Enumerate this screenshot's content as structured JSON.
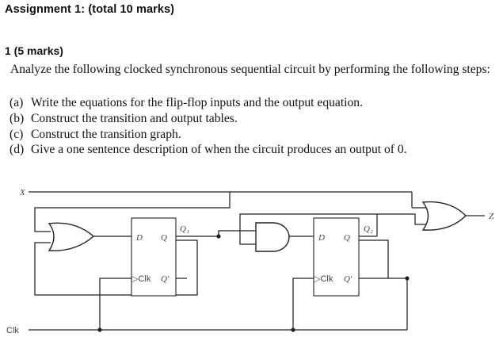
{
  "header": {
    "title": "Assignment 1: (total 10 marks)"
  },
  "question": {
    "number": "1 (5 marks)",
    "intro": "Analyze the following clocked synchronous sequential circuit by performing the following steps:",
    "steps": [
      {
        "letter": "(a)",
        "text": "Write the equations for the flip-flop inputs and the output equation."
      },
      {
        "letter": "(b)",
        "text": "Construct the transition and output tables."
      },
      {
        "letter": "(c)",
        "text": "Construct the transition graph."
      },
      {
        "letter": "(d)",
        "text": "Give a one sentence description of when the circuit produces an output of 0."
      }
    ]
  },
  "circuit": {
    "input_x": "X",
    "clock": "Clk",
    "output_z": "Z",
    "ff1": {
      "d": "D",
      "q": "Q",
      "clk": "Clk",
      "qbar": "Q′",
      "state": "Q₁"
    },
    "ff2": {
      "d": "D",
      "q": "Q",
      "clk": "Clk",
      "qbar": "Q′",
      "state": "Q₂"
    },
    "gates": [
      "or-gate",
      "and-gate",
      "or-gate"
    ]
  }
}
